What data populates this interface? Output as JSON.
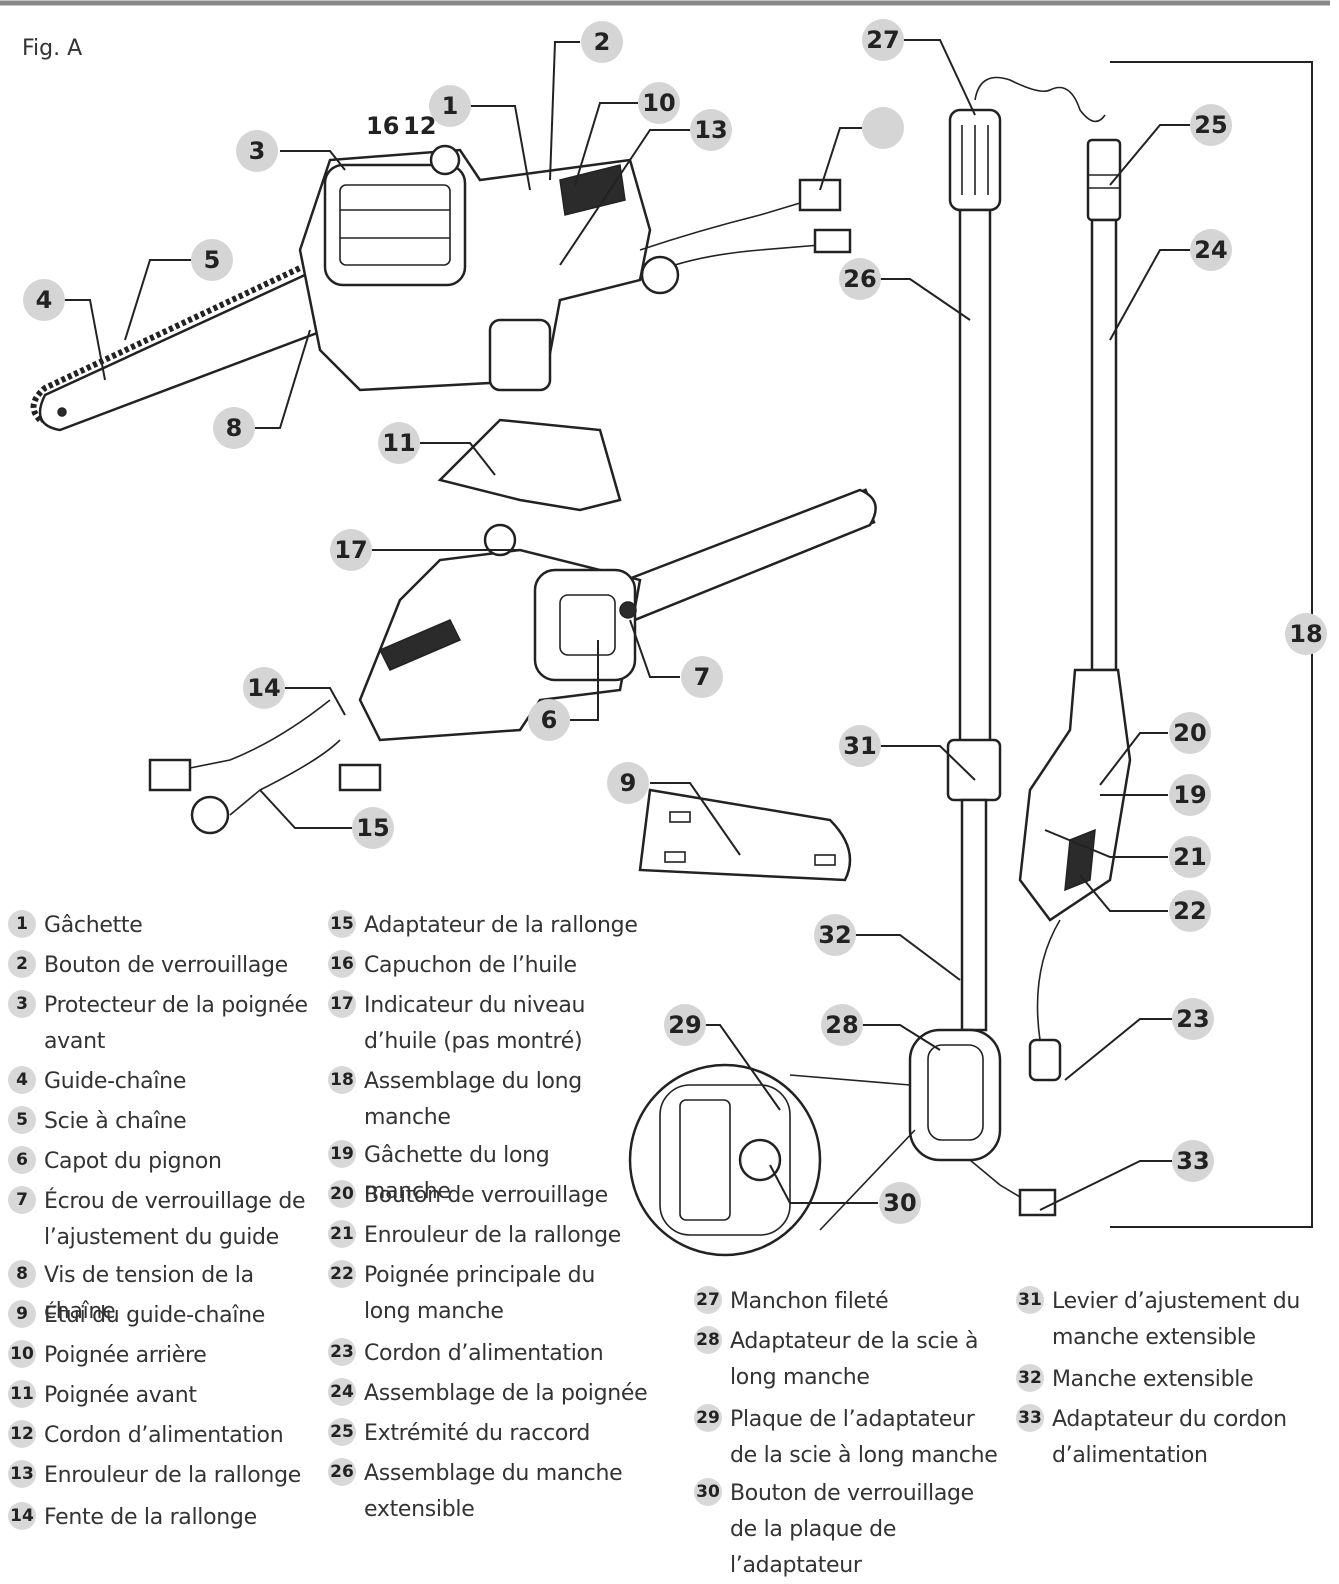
{
  "figure": {
    "title": "Fig. A",
    "callouts": [
      "1",
      "2",
      "3",
      "4",
      "5",
      "6",
      "7",
      "8",
      "9",
      "10",
      "11",
      "12",
      "13",
      "14",
      "15",
      "16",
      "17",
      "18",
      "19",
      "20",
      "21",
      "22",
      "23",
      "24",
      "25",
      "26",
      "27",
      "28",
      "29",
      "30",
      "31",
      "32",
      "33"
    ]
  },
  "legend": [
    {
      "num": "1",
      "text": "Gâchette"
    },
    {
      "num": "2",
      "text": "Bouton de verrouillage"
    },
    {
      "num": "3",
      "text": "Protecteur de la poignée avant"
    },
    {
      "num": "4",
      "text": "Guide-chaîne"
    },
    {
      "num": "5",
      "text": "Scie à chaîne"
    },
    {
      "num": "6",
      "text": "Capot du pignon"
    },
    {
      "num": "7",
      "text": "Écrou de verrouillage de l’ajustement du guide"
    },
    {
      "num": "8",
      "text": "Vis de tension de la chaîne"
    },
    {
      "num": "9",
      "text": "Étui du guide-chaîne"
    },
    {
      "num": "10",
      "text": "Poignée arrière"
    },
    {
      "num": "11",
      "text": "Poignée avant"
    },
    {
      "num": "12",
      "text": "Cordon d’alimentation"
    },
    {
      "num": "13",
      "text": "Enrouleur de la rallonge"
    },
    {
      "num": "14",
      "text": "Fente de la rallonge"
    },
    {
      "num": "15",
      "text": "Adaptateur de la rallonge"
    },
    {
      "num": "16",
      "text": "Capuchon de l’huile"
    },
    {
      "num": "17",
      "text": "Indicateur du niveau d’huile (pas montré)"
    },
    {
      "num": "18",
      "text": "Assemblage du long manche"
    },
    {
      "num": "19",
      "text": "Gâchette du long manche"
    },
    {
      "num": "20",
      "text": "Bouton de verrouillage"
    },
    {
      "num": "21",
      "text": "Enrouleur de la rallonge"
    },
    {
      "num": "22",
      "text": "Poignée principale du long manche"
    },
    {
      "num": "23",
      "text": "Cordon d’alimentation"
    },
    {
      "num": "24",
      "text": "Assemblage de la poignée"
    },
    {
      "num": "25",
      "text": "Extrémité du raccord"
    },
    {
      "num": "26",
      "text": "Assemblage du manche extensible"
    },
    {
      "num": "27",
      "text": "Manchon fileté"
    },
    {
      "num": "28",
      "text": "Adaptateur de la scie à long manche"
    },
    {
      "num": "29",
      "text": "Plaque de l’adaptateur de la scie à long manche"
    },
    {
      "num": "30",
      "text": "Bouton de verrouillage de la plaque de l’adaptateur"
    },
    {
      "num": "31",
      "text": "Levier d’ajustement du manche extensible"
    },
    {
      "num": "32",
      "text": "Manche extensible"
    },
    {
      "num": "33",
      "text": "Adaptateur du cordon d’alimentation"
    }
  ]
}
